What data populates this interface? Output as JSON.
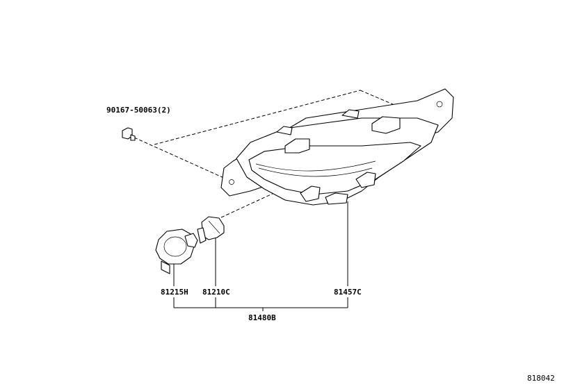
{
  "labels": {
    "bolt": "90167-50063(2)",
    "socket": "81215H",
    "bulb": "81210C",
    "lamp": "81457C",
    "assembly": "81480B",
    "diagram_id": "818042"
  },
  "colors": {
    "line": "#000000",
    "background": "#ffffff"
  }
}
